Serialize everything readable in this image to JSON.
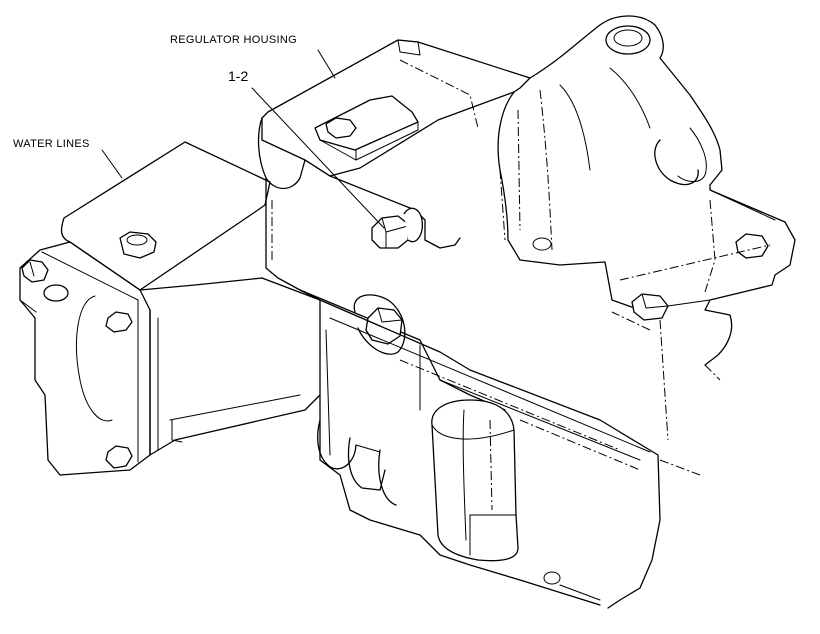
{
  "labels": {
    "regulator_housing": "REGULATOR HOUSING",
    "water_lines": "WATER LINES",
    "callout": "1-2"
  }
}
